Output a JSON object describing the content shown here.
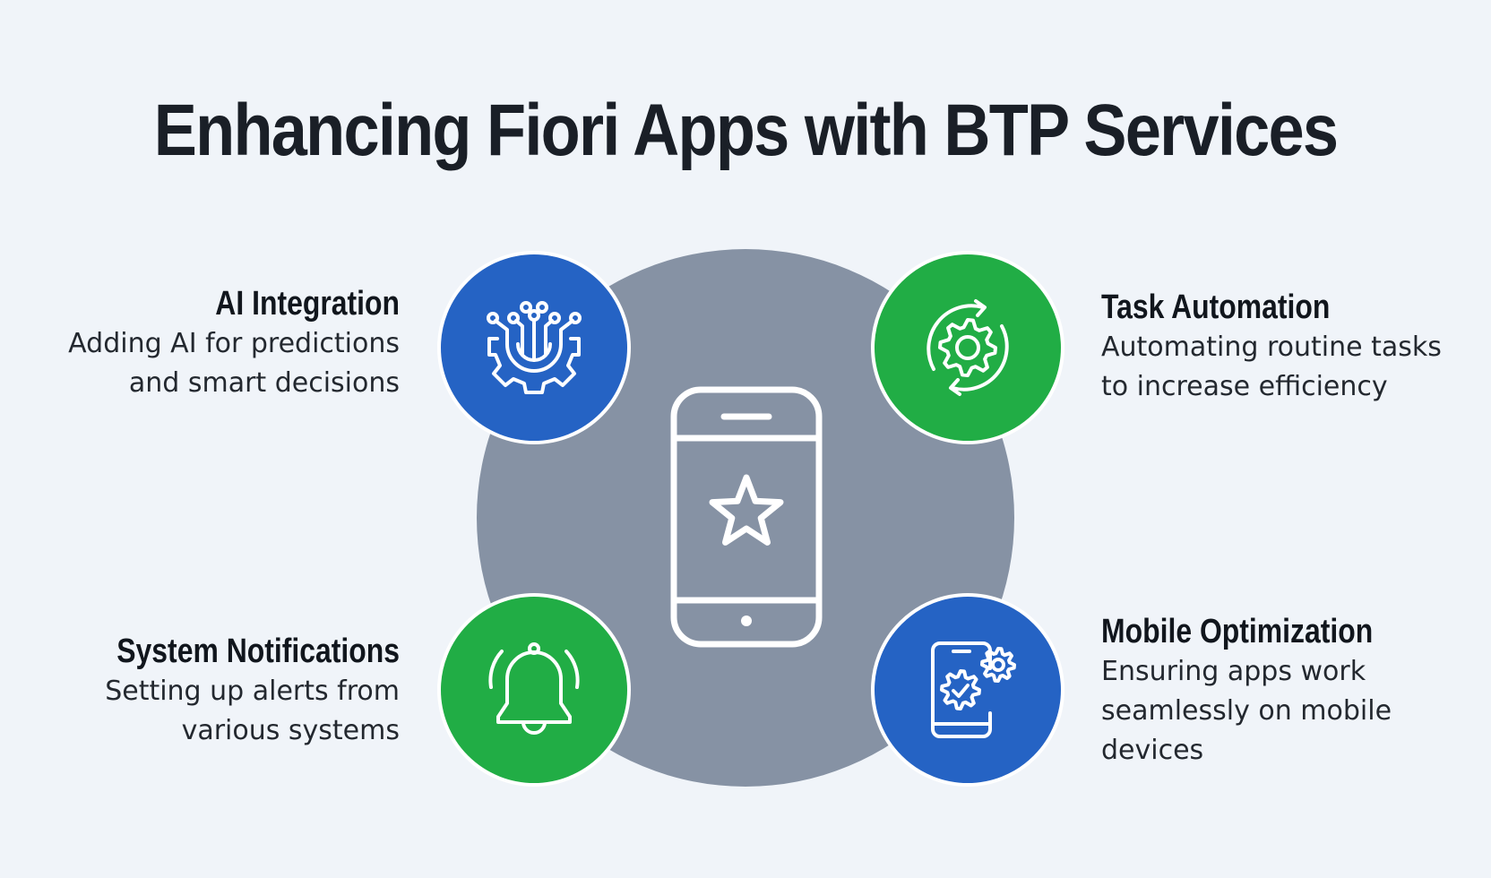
{
  "title": "Enhancing Fiori Apps with BTP Services",
  "center": {
    "icon": "smartphone-star-icon",
    "color": "#8692a4"
  },
  "colors": {
    "blue": "#2563c4",
    "green": "#21ad45",
    "background": "#f0f4f9",
    "text": "#1a1f27"
  },
  "items": [
    {
      "heading": "AI Integration",
      "lines": [
        "Adding AI for predictions",
        "and smart decisions"
      ],
      "icon": "ai-circuit-gear-icon",
      "color": "#2563c4"
    },
    {
      "heading": "Task Automation",
      "lines": [
        "Automating routine tasks",
        "to increase efficiency"
      ],
      "icon": "gear-cycle-icon",
      "color": "#21ad45"
    },
    {
      "heading": "System Notifications",
      "lines": [
        "Setting up alerts from",
        "various systems"
      ],
      "icon": "bell-icon",
      "color": "#21ad45"
    },
    {
      "heading": "Mobile Optimization",
      "lines": [
        "Ensuring apps work",
        "seamlessly on mobile",
        "devices"
      ],
      "icon": "mobile-gears-icon",
      "color": "#2563c4"
    }
  ]
}
